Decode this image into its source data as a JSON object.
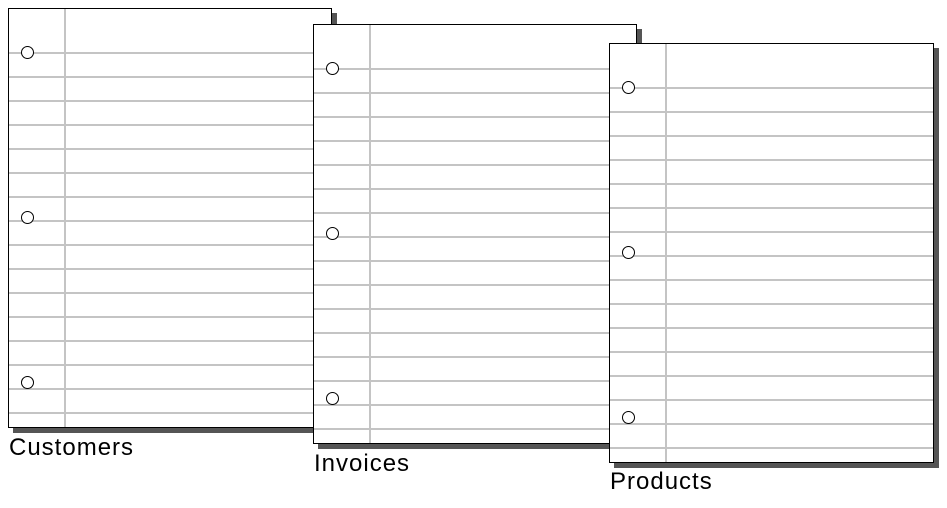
{
  "sheets": [
    {
      "label": "Customers"
    },
    {
      "label": "Invoices"
    },
    {
      "label": "Products"
    }
  ],
  "colors": {
    "background": "#ffffff",
    "sheet_border": "#000000",
    "shadow": "#555555",
    "rule_lines": "#c4c4c4",
    "label_text": "#000000"
  }
}
